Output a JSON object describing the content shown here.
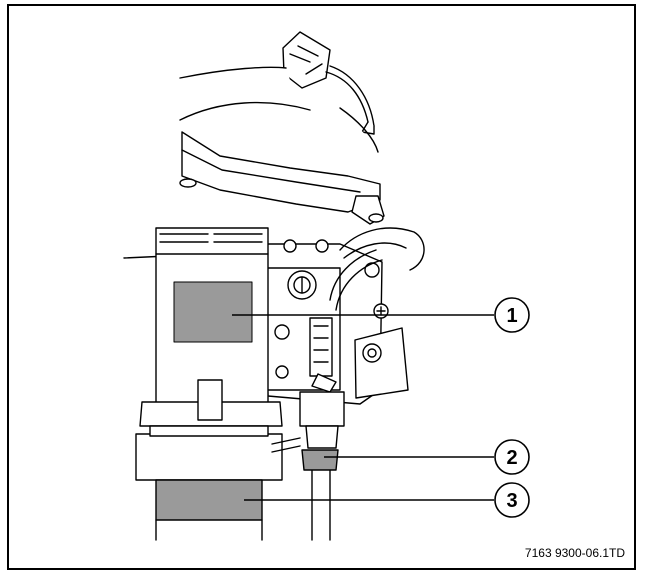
{
  "figure": {
    "callouts": [
      {
        "label": "1"
      },
      {
        "label": "2"
      },
      {
        "label": "3"
      }
    ],
    "code": "7163 9300-06.1TD"
  },
  "colors": {
    "highlight_gray": "#9a9a9a",
    "line": "#000000",
    "fill": "#ffffff"
  }
}
